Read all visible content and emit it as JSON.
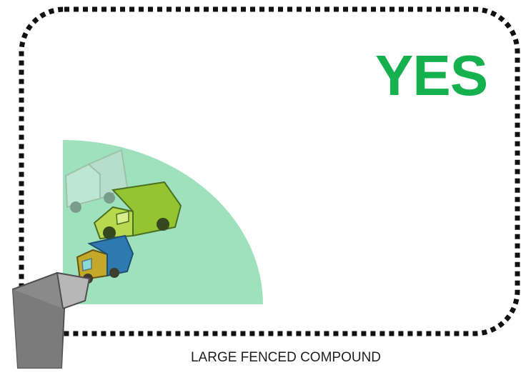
{
  "diagram": {
    "verdict_text": "YES",
    "caption": "LARGE FENCED COMPOUND",
    "colors": {
      "verdict": "#15b14f",
      "coverage_zone": "#8fdcb2",
      "fence_border": "#111111",
      "caption": "#1e1e1e"
    },
    "elements": {
      "fence": "dotted-rounded-rectangle",
      "coverage": "quarter-circle-coverage-zone",
      "vehicles": [
        "light-truck",
        "green-box-truck",
        "blue-cargo-truck"
      ],
      "sensor": "gray-sensor-device"
    }
  }
}
